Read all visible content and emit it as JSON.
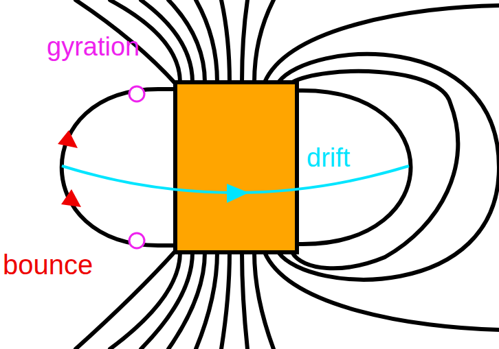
{
  "diagram": {
    "labels": [
      "gyration",
      "drift",
      "bounce"
    ]
  }
}
